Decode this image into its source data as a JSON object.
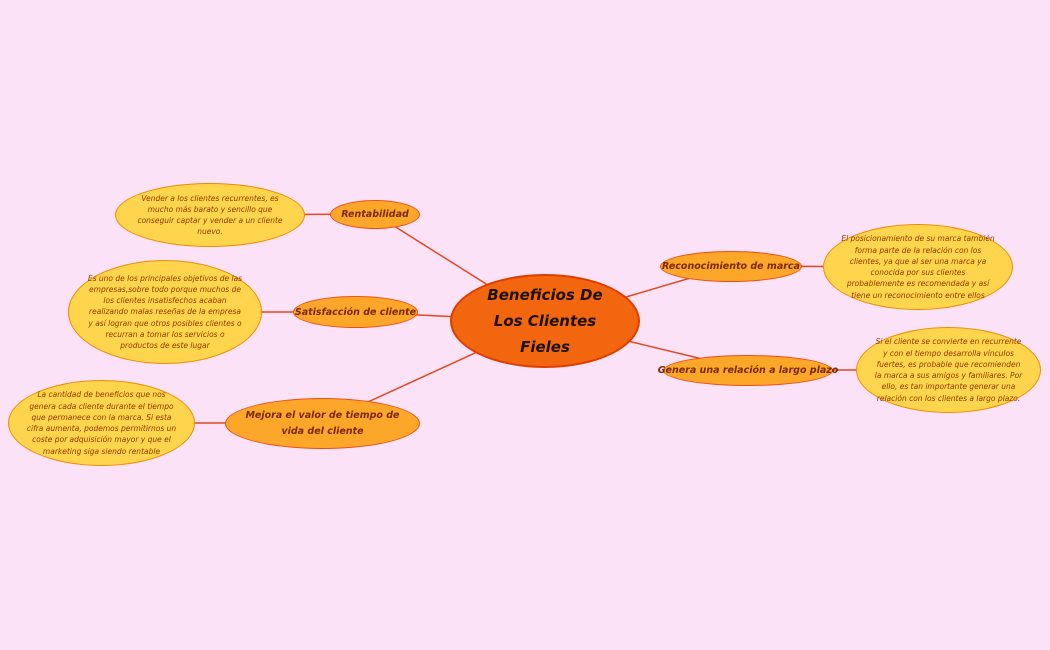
{
  "central": {
    "title": "Beneficios De Los Clientes Fieles"
  },
  "branches": [
    {
      "label": "Rentabilidad",
      "detail": "Vender a los clientes recurrentes, es mucho más barato y sencillo que conseguir captar y vender a un cliente nuevo."
    },
    {
      "label": "Satisfacción de cliente",
      "detail": "Es uno de los principales objetivos de las empresas,sobre todo porque muchos de los clientes insatisfechos acaban realizando malas reseñas de la empresa y así logran que otros posibles clientes o recurran a tomar los servicios o productos de este lugar"
    },
    {
      "label": "Mejora el valor de tiempo de vida del cliente",
      "detail": "La cantidad de beneficios que nos genera cada cliente durante el tiempo que permanece con la marca. Si esta cifra aumenta, podemos permitirnos un coste por adquisición mayor y que el marketing siga siendo rentable"
    },
    {
      "label": "Reconocimiento de marca",
      "detail": "El posicionamiento de su marca también forma parte de la relación con los clientes, ya que al ser una marca ya conocida por sus clientes probablemente es recomendada y así tiene un reconocimiento entre ellos"
    },
    {
      "label": "Genera una relación a largo plazo",
      "detail": "Si el cliente se convierte en recurrente y con el tiempo desarrolla vínculos fuertes, es probable que recomienden la marca a sus amigos y familiares. Por ello, es tan importante generar una relación con los clientes a largo plazo."
    }
  ],
  "colors": {
    "background": "#fce2f7",
    "line": "#e4481c",
    "central_fill": "#f2660f",
    "central_border": "#e03c00",
    "central_text": "#1d1200",
    "branch_fill": "#fda72a",
    "branch_border": "#ef4e16",
    "branch_text": "#7a2800",
    "detail_fill": "#ffd54d",
    "detail_border": "#f08a00",
    "detail_text": "#8f3a00"
  }
}
